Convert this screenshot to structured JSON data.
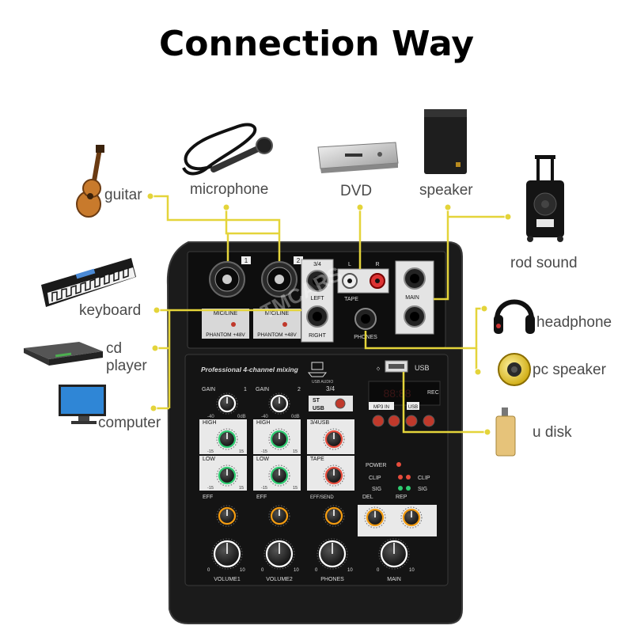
{
  "title": "Connection Way",
  "devices": {
    "guitar": "guitar",
    "microphone": "microphone",
    "dvd": "DVD",
    "speaker": "speaker",
    "rod_sound": "rod sound",
    "keyboard": "keyboard",
    "cd_player_line1": "cd",
    "cd_player_line2": "player",
    "computer": "computer",
    "headphone": "headphone",
    "pc_speaker": "pc speaker",
    "u_disk": "u disk"
  },
  "mixer": {
    "ch1_num": "1",
    "ch2_num": "2",
    "ch34_num": "3/4",
    "left": "LEFT",
    "right": "RIGHT",
    "tape": "TAPE",
    "tape_l": "L",
    "tape_r": "R",
    "phones": "PHONES",
    "main_out": "MAIN",
    "mic_line": "MIC/LINE",
    "phantom": "PHANTOM +48V",
    "brand": "Professional 4-channel mixing",
    "usb": "USB",
    "usb_audio": "USB AUDIO",
    "rec": "REC",
    "gain": "GAIN",
    "gain_min": "-40",
    "gain_max": "0dB",
    "st": "ST",
    "usb_sel": "USB",
    "high": "HIGH",
    "ch34_usb": "3/4USB",
    "low": "LOW",
    "tape_knob": "TAPE",
    "eff": "EFF",
    "eff_send": "EFF/SEND",
    "del": "DEL",
    "rep": "REP",
    "power": "POWER",
    "clip": "CLIP",
    "sig": "SIG",
    "display_digits": "88:88",
    "mp3_mode": "MP3 IN",
    "knob_min": "0",
    "knob_max": "10",
    "eq_min": "-15",
    "eq_max": "15",
    "vol1": "VOLUME1",
    "vol2": "VOLUME2",
    "phones_knob": "PHONES",
    "main_knob": "MAIN",
    "watermark": "TMCARS"
  },
  "colors": {
    "connector_line": "#e4d43a",
    "mixer_body": "#1b1b1b",
    "label_text": "#4a4a4a"
  }
}
